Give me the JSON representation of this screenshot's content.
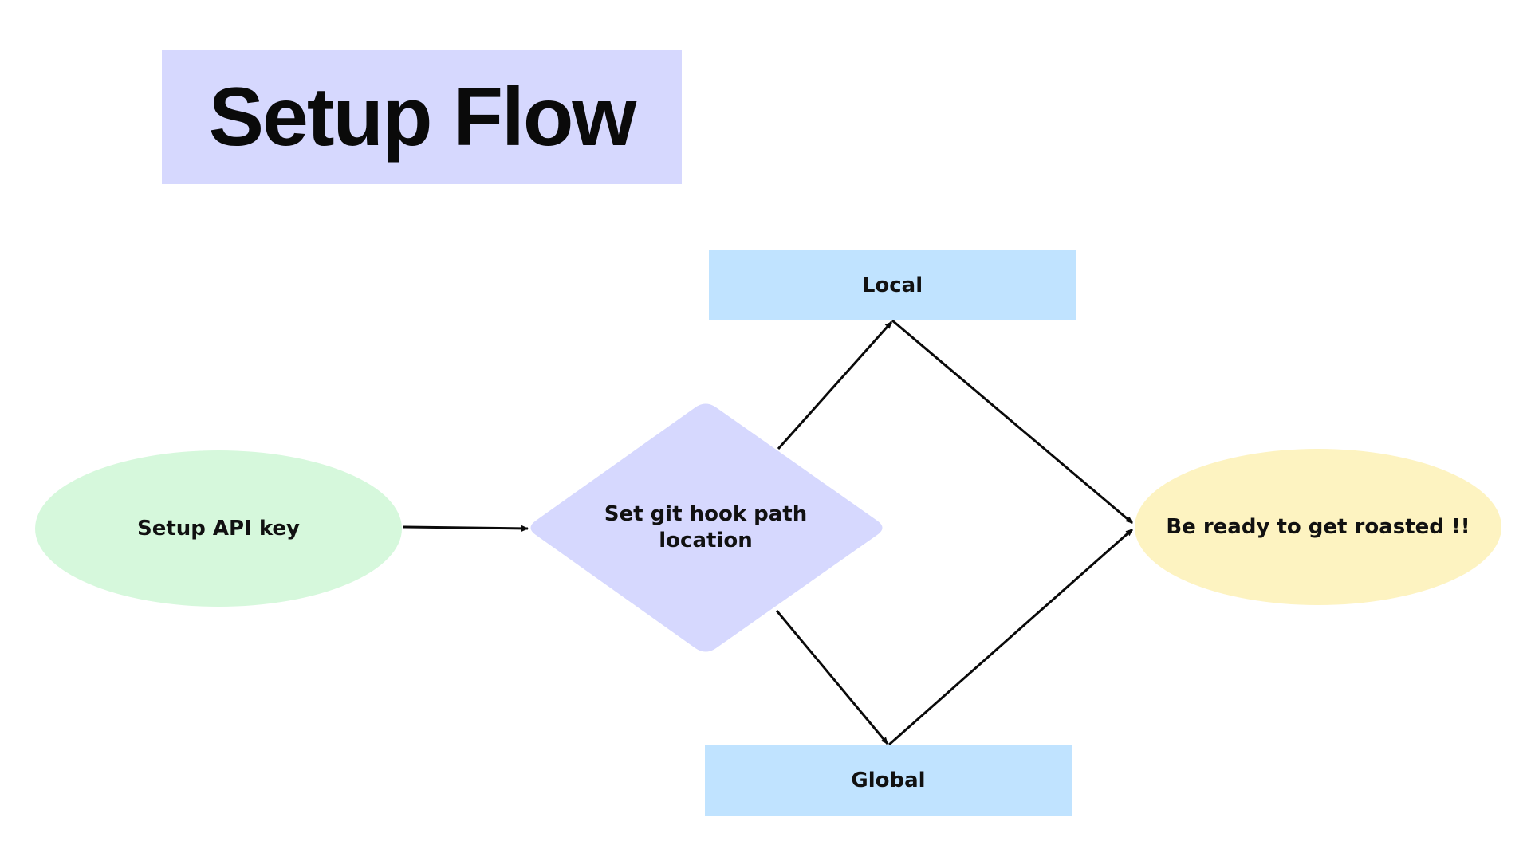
{
  "title": "Setup Flow",
  "colors": {
    "title_bg": "#d6d8fe",
    "start_node": "#d6f8dc",
    "decision_node": "#d6d8fe",
    "option_node": "#c0e3ff",
    "end_node": "#fdf3c1",
    "edge": "#0a0a0a",
    "text": "#111111"
  },
  "nodes": {
    "start": {
      "label": "Setup API key",
      "shape": "ellipse"
    },
    "decision": {
      "label": "Set git hook path location",
      "shape": "diamond"
    },
    "local": {
      "label": "Local",
      "shape": "rectangle"
    },
    "global": {
      "label": "Global",
      "shape": "rectangle"
    },
    "end": {
      "label": "Be ready to get roasted !!",
      "shape": "ellipse"
    }
  },
  "edges": [
    {
      "from": "start",
      "to": "decision"
    },
    {
      "from": "decision",
      "to": "local"
    },
    {
      "from": "decision",
      "to": "global"
    },
    {
      "from": "local",
      "to": "end"
    },
    {
      "from": "global",
      "to": "end"
    }
  ]
}
